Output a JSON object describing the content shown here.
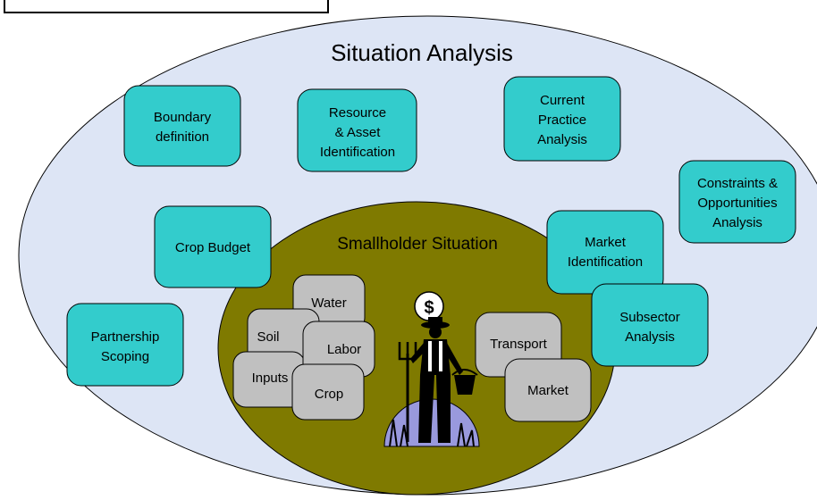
{
  "outer": {
    "title": "Situation Analysis"
  },
  "inner": {
    "title": "Smallholder Situation"
  },
  "teal_boxes": {
    "boundary": [
      "Boundary",
      "definition"
    ],
    "resource": [
      "Resource",
      "& Asset",
      "Identification"
    ],
    "current": [
      "Current",
      "Practice",
      "Analysis"
    ],
    "constraints": [
      "Constraints &",
      "Opportunities",
      "Analysis"
    ],
    "crop_budget": [
      "Crop Budget"
    ],
    "market_id": [
      "Market",
      "Identification"
    ],
    "subsector": [
      "Subsector",
      "Analysis"
    ],
    "partnership": [
      "Partnership",
      "Scoping"
    ]
  },
  "grey_boxes": {
    "water": "Water",
    "soil": "Soil",
    "labor": "Labor",
    "inputs": "Inputs",
    "crop": "Crop",
    "transport": "Transport",
    "market": "Market"
  },
  "dollar": "$",
  "colors": {
    "outer_fill": "#dde5f5",
    "inner_fill": "#7f7a00",
    "teal": "#33cccc",
    "grey": "#c0c0c0",
    "farmer_circle": "#9999dd"
  }
}
